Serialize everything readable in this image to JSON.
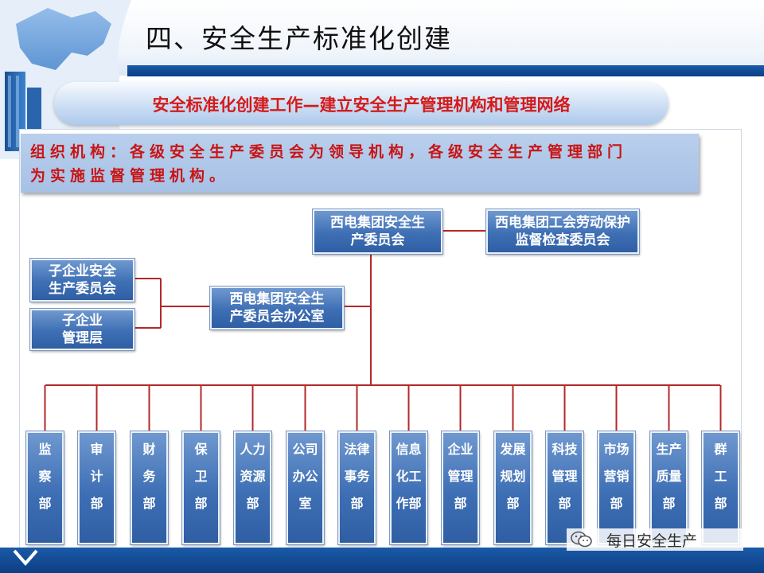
{
  "page_title": "四、安全生产标准化创建",
  "subtitle": "安全标准化创建工作—建立安全生产管理机构和管理网络",
  "info_lines": [
    "组织机构：各级安全生产委员会为领导机构，各级安全生产管理部门",
    "为实施监督管理机构。"
  ],
  "org": {
    "top": [
      "西电集团安全生",
      "产委员会"
    ],
    "union": [
      "西电集团工会劳动保护",
      "监督检查委员会"
    ],
    "office": [
      "西电集团安全生",
      "产委员会办公室"
    ],
    "sub_committee": [
      "子企业安全",
      "生产委员会"
    ],
    "sub_management": [
      "子企业",
      "管理层"
    ],
    "departments": [
      [
        "监",
        "察",
        "部"
      ],
      [
        "审",
        "计",
        "部"
      ],
      [
        "财",
        "务",
        "部"
      ],
      [
        "保",
        "卫",
        "部"
      ],
      [
        "人力",
        "资源",
        "部"
      ],
      [
        "公司",
        "办公",
        "室"
      ],
      [
        "法律",
        "事务",
        "部"
      ],
      [
        "信息",
        "化工",
        "作部"
      ],
      [
        "企业",
        "管理",
        "部"
      ],
      [
        "发展",
        "规划",
        "部"
      ],
      [
        "科技",
        "管理",
        "部"
      ],
      [
        "市场",
        "营销",
        "部"
      ],
      [
        "生产",
        "质量",
        "部"
      ],
      [
        "群",
        "工",
        "部"
      ]
    ]
  },
  "watermark": "每日安全生产",
  "colors": {
    "accent_blue": "#0c3f86",
    "box_blue": "#3e6fb4",
    "connector_red": "#b42828",
    "alert_red": "#c81414"
  }
}
